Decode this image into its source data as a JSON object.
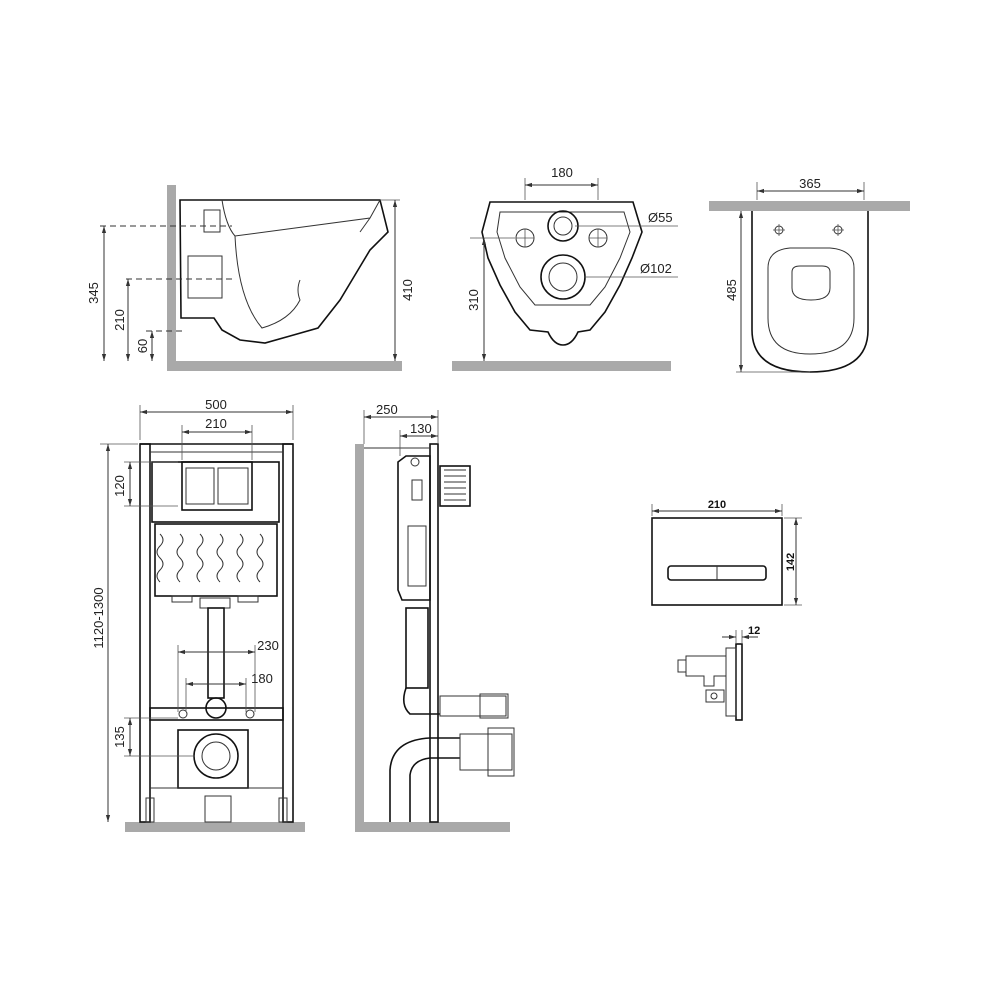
{
  "views": {
    "side_bowl": {
      "dims": {
        "h_345": "345",
        "h_210": "210",
        "h_60": "60",
        "h_410": "410"
      }
    },
    "rear_bowl": {
      "dims": {
        "w_180": "180",
        "d_55": "Ø55",
        "d_102": "Ø102",
        "h_310": "310"
      }
    },
    "top_bowl": {
      "dims": {
        "w_365": "365",
        "h_485": "485"
      }
    },
    "frame_front": {
      "dims": {
        "w_500": "500",
        "w_210": "210",
        "h_120": "120",
        "h_1120": "1120-1300",
        "w_230": "230",
        "w_180": "180",
        "h_135": "135"
      }
    },
    "frame_side": {
      "dims": {
        "w_250": "250",
        "w_130": "130"
      }
    },
    "flush_plate": {
      "dims": {
        "w_210": "210",
        "h_142": "142",
        "d_12": "12"
      }
    }
  },
  "colors": {
    "line": "#333333",
    "wall": "#a9a9a9",
    "background": "#ffffff"
  }
}
